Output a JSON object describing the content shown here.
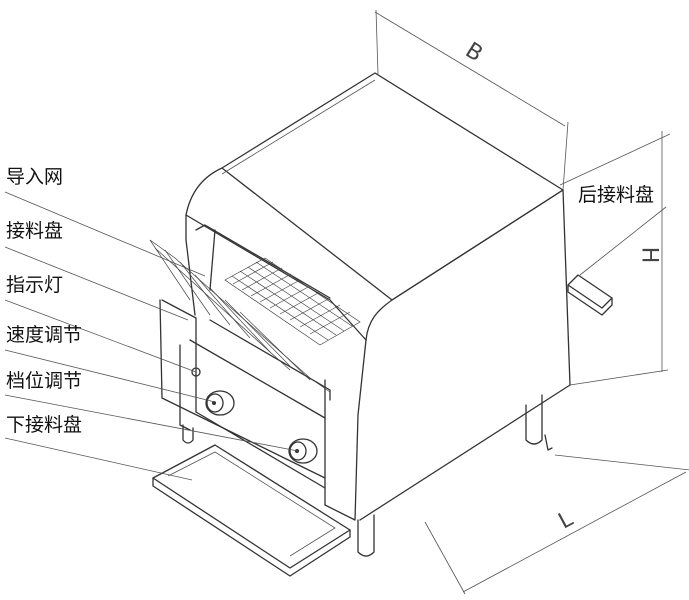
{
  "labels": {
    "infeed_mesh": "导入网",
    "receiving_tray": "接料盘",
    "indicator_light": "指示灯",
    "speed_control": "速度调节",
    "gear_control": "档位调节",
    "lower_tray": "下接料盘",
    "rear_tray": "后接料盘"
  },
  "dimensions": {
    "depth": "B",
    "height": "H",
    "length": "L"
  }
}
